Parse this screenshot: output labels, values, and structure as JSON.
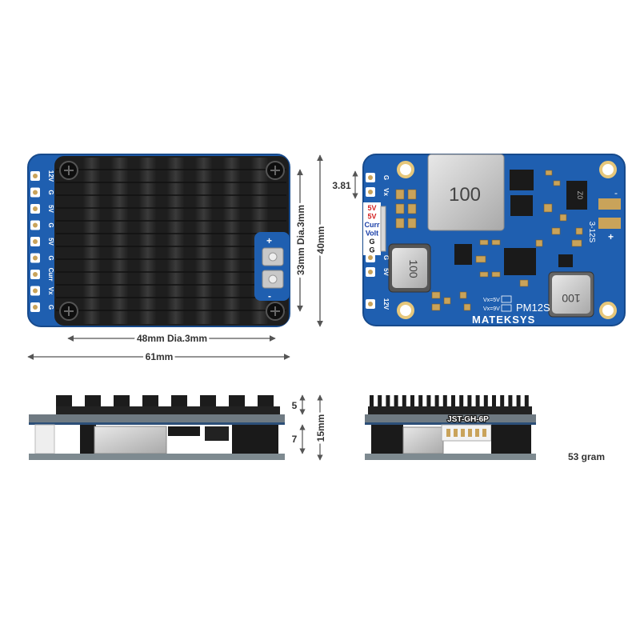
{
  "dimensions": {
    "length": "61mm",
    "hole_spacing_length": "48mm Dia.3mm",
    "hole_spacing_width": "33mm Dia.3mm",
    "width": "40mm",
    "hole_offset": "3.81",
    "thickness_top": "5",
    "thickness_bottom": "7",
    "thickness_total": "15mm",
    "weight": "53 gram"
  },
  "left_board": {
    "pad_labels": [
      "12V",
      "G",
      "5V",
      "G",
      "5V",
      "G",
      "Curr",
      "Vx",
      "G"
    ],
    "button_labels": [
      "+",
      "-"
    ]
  },
  "right_board": {
    "left_pad_labels": [
      "G",
      "Vx",
      "G",
      "5V",
      "12V"
    ],
    "connector_labels": [
      "5V",
      "5V",
      "Curr",
      "Volt",
      "G",
      "G"
    ],
    "inductor_labels": [
      "100",
      "100",
      "100"
    ],
    "chip_label": "Z0",
    "cell_label": "3-12S",
    "model": "PM12S",
    "brand": "MATEKSYS",
    "vx_labels": [
      "Vx=5V",
      "Vx=9V"
    ],
    "power_pad_labels": [
      "-",
      "+"
    ]
  },
  "connector_side": "JST-GH-6P",
  "colors": {
    "pcb_blue": "#1f5fb0",
    "pcb_edge": "#174a8c",
    "heatsink": "#2a2a2a",
    "label_red": "#d42020",
    "label_blue": "#1a3fa8"
  }
}
